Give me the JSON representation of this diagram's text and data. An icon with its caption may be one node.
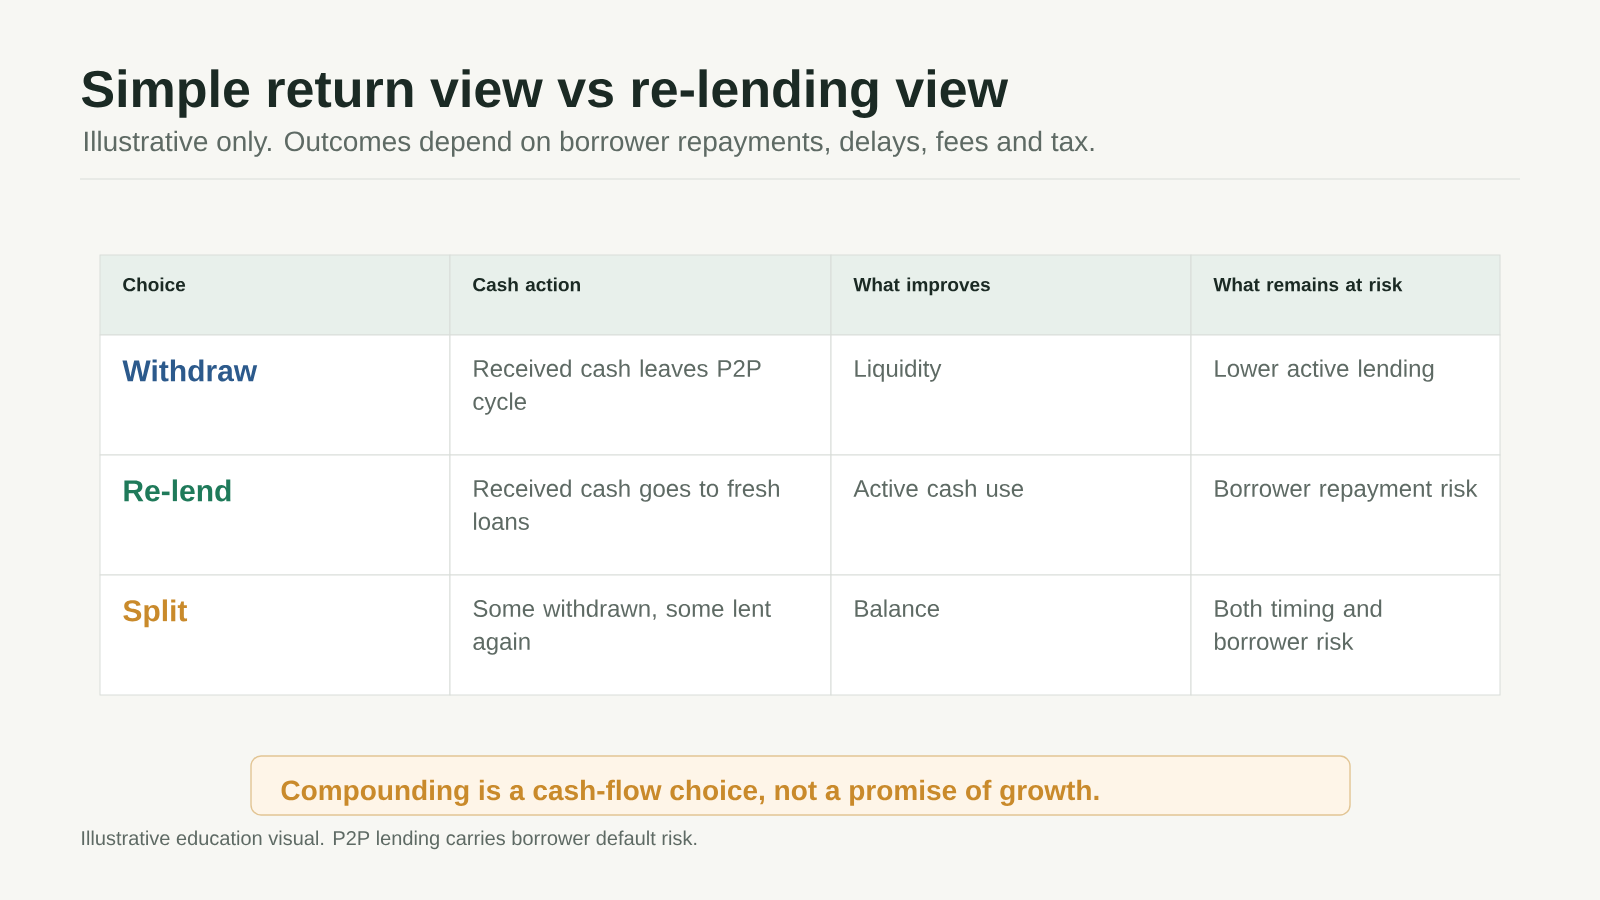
{
  "diagram": {
    "title": "Simple return view vs re-lending view",
    "nodes": [
      {
        "text": [
          "Compounding is a cash-flow choice, not a promise of growth."
        ]
      }
    ],
    "labels": [
      "Illustrative only. Outcomes depend on borrower repayments, delays, fees and tax.",
      "Choice",
      "Cash action",
      "What improves",
      "What remains at risk",
      "Withdraw",
      "Received cash leaves P2P cycle",
      "Liquidity",
      "Lower active lending",
      "Re-lend",
      "Received cash goes to fresh loans",
      "Active cash use",
      "Borrower repayment risk",
      "Split",
      "Some withdrawn, some lent again",
      "Balance",
      "Both timing and borrower risk",
      "Illustrative education visual. P2P lending carries borrower default risk."
    ]
  }
}
